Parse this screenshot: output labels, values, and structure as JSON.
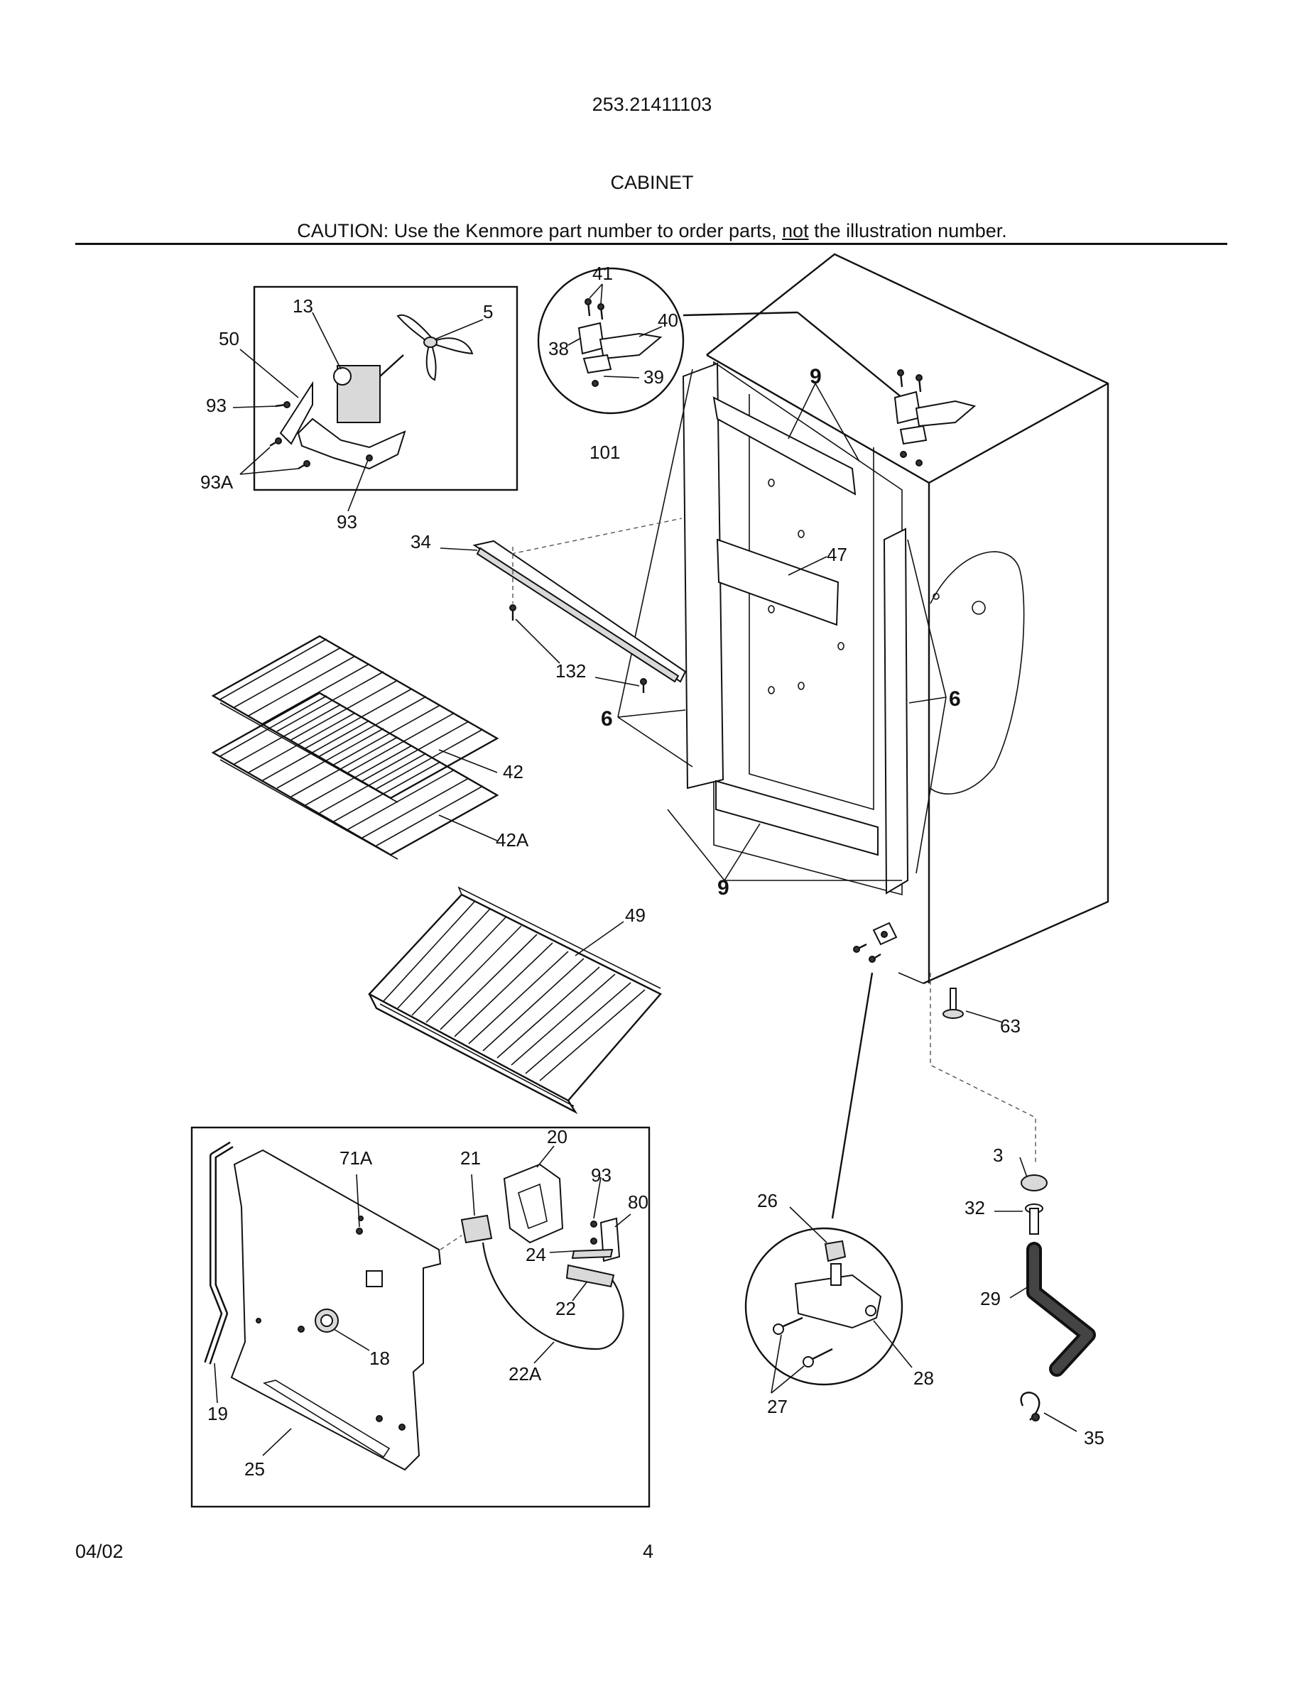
{
  "header": {
    "model_number": "253.21411103",
    "section_title": "CABINET",
    "caution_prefix": "CAUTION: Use the Kenmore part number to order parts,",
    "caution_emphasis": "not",
    "caution_suffix": "the illustration number."
  },
  "callouts": {
    "c13": "13",
    "c5": "5",
    "c50": "50",
    "c93a": "93",
    "c93A": "93A",
    "c93b": "93",
    "c41": "41",
    "c40": "40",
    "c38": "38",
    "c39": "39",
    "c101": "101",
    "c9top": "9",
    "c9bot": "9",
    "c34": "34",
    "c47": "47",
    "c132": "132",
    "c6left": "6",
    "c6right": "6",
    "c42": "42",
    "c42A": "42A",
    "c49": "49",
    "c63": "63",
    "c3": "3",
    "c32": "32",
    "c29": "29",
    "c35": "35",
    "c26": "26",
    "c27": "27",
    "c28": "28",
    "c71A": "71A",
    "c21": "21",
    "c20": "20",
    "c93c": "93",
    "c80": "80",
    "c24": "24",
    "c22": "22",
    "c22A": "22A",
    "c18": "18",
    "c19": "19",
    "c25": "25"
  },
  "footer": {
    "date": "04/02",
    "page_number": "4"
  }
}
